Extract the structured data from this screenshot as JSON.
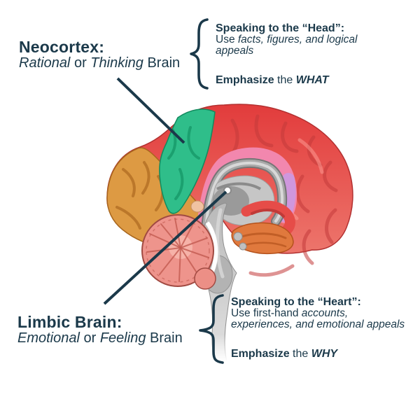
{
  "colors": {
    "ink": "#1b394a",
    "background": "#ffffff"
  },
  "labels": {
    "neocortex": {
      "title": "Neocortex:",
      "sub_italic1": "Rational",
      "sub_mid": " or ",
      "sub_italic2": "Thinking",
      "sub_end": " Brain"
    },
    "limbic": {
      "title": "Limbic Brain:",
      "sub_italic1": "Emotional",
      "sub_mid": " or ",
      "sub_italic2": "Feeling",
      "sub_end": " Brain"
    }
  },
  "callouts": {
    "head": {
      "heading": "Speaking to the “Head”:",
      "body_plain": "Use ",
      "body_italic": "facts, figures, and logical",
      "body_line2_italic": "appeals",
      "emph_bold": "Emphasize",
      "emph_mid": " the ",
      "emph_strong": "WHAT"
    },
    "heart": {
      "heading": "Speaking to the “Heart”:",
      "body_plain": "Use first-hand ",
      "body_italic": "accounts,",
      "body_line2_italic": "experiences, and emotional appeals",
      "emph_bold": "Emphasize",
      "emph_mid": " the ",
      "emph_strong": "WHY"
    }
  },
  "brain": {
    "regions": [
      {
        "name": "frontal-lobe-orange",
        "color": "#dd9a43"
      },
      {
        "name": "premotor-strip-green",
        "color": "#2fbe8a"
      },
      {
        "name": "neocortex-red-top",
        "color": "#e23c3c"
      },
      {
        "name": "neocortex-red-lower",
        "color": "#f08579"
      },
      {
        "name": "cingulate-gyrus-pink",
        "color": "#f287ae"
      },
      {
        "name": "cingulate-lilac",
        "color": "#cf97dd"
      },
      {
        "name": "cerebellum-salmon",
        "color": "#ee948c"
      },
      {
        "name": "temporal-underside-orange",
        "color": "#e0793d"
      }
    ]
  }
}
